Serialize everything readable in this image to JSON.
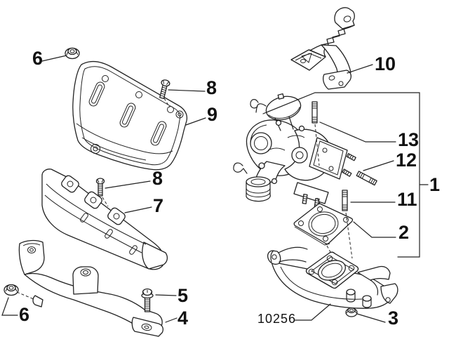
{
  "diagram": {
    "background": "#ffffff",
    "line_color": "#222222",
    "text_color": "#111111",
    "part_code": "10256",
    "callouts": {
      "n1": "1",
      "n2": "2",
      "n3": "3",
      "n4": "4",
      "n5": "5",
      "n6a": "6",
      "n6b": "6",
      "n7": "7",
      "n8a": "8",
      "n8b": "8",
      "n9": "9",
      "n10": "10",
      "n11": "11",
      "n12": "12",
      "n13": "13"
    },
    "figures": {
      "1": "turbocharger-group-bracket",
      "2": "turbo-gasket",
      "3": "flanged-nut",
      "4": "support-bracket",
      "5": "flanged-bolt",
      "6": "flanged-nut",
      "7": "lower-heat-shield",
      "8": "hex-bolt",
      "9": "upper-heat-shield",
      "10": "mounting-bracket",
      "11": "stud-short",
      "12": "stud-angled",
      "13": "stud-long",
      "10256": "exhaust-manifold"
    }
  }
}
